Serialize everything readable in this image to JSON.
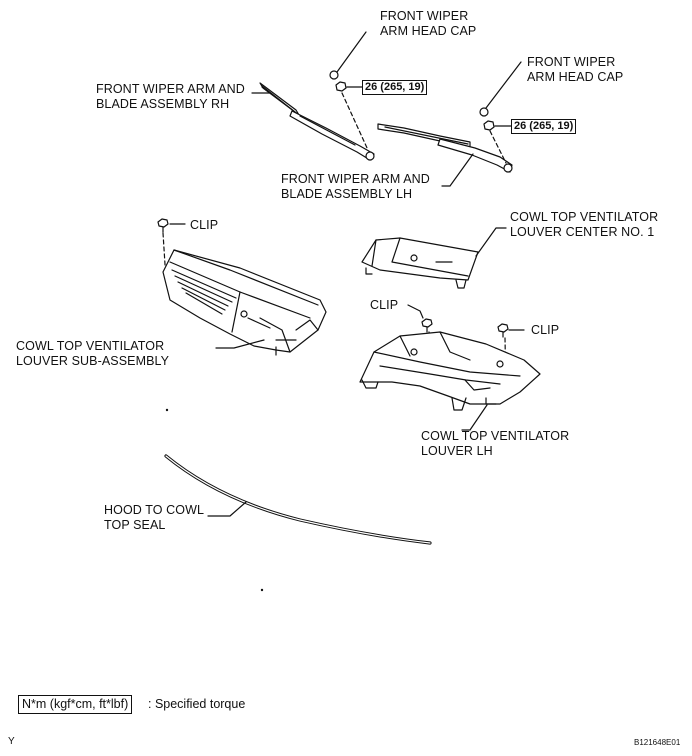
{
  "labels": {
    "front_wiper_cap_1": "FRONT WIPER\nARM HEAD CAP",
    "front_wiper_cap_2": "FRONT WIPER\nARM HEAD CAP",
    "wiper_arm_rh": "FRONT WIPER ARM AND\nBLADE ASSEMBLY RH",
    "wiper_arm_lh": "FRONT WIPER ARM AND\nBLADE ASSEMBLY LH",
    "clip_1": "CLIP",
    "clip_2": "CLIP",
    "clip_3": "CLIP",
    "louver_center": "COWL TOP VENTILATOR\nLOUVER CENTER NO. 1",
    "louver_sub": "COWL TOP VENTILATOR\nLOUVER SUB-ASSEMBLY",
    "louver_lh": "COWL TOP VENTILATOR\nLOUVER LH",
    "hood_seal": "HOOD TO COWL\nTOP SEAL"
  },
  "torque": {
    "rh": "26 (265, 19)",
    "lh": "26 (265, 19)"
  },
  "legend": {
    "unit": "N*m (kgf*cm, ft*lbf)",
    "text": ": Specified torque"
  },
  "footer": {
    "left": "Y",
    "code": "B121648E01"
  }
}
